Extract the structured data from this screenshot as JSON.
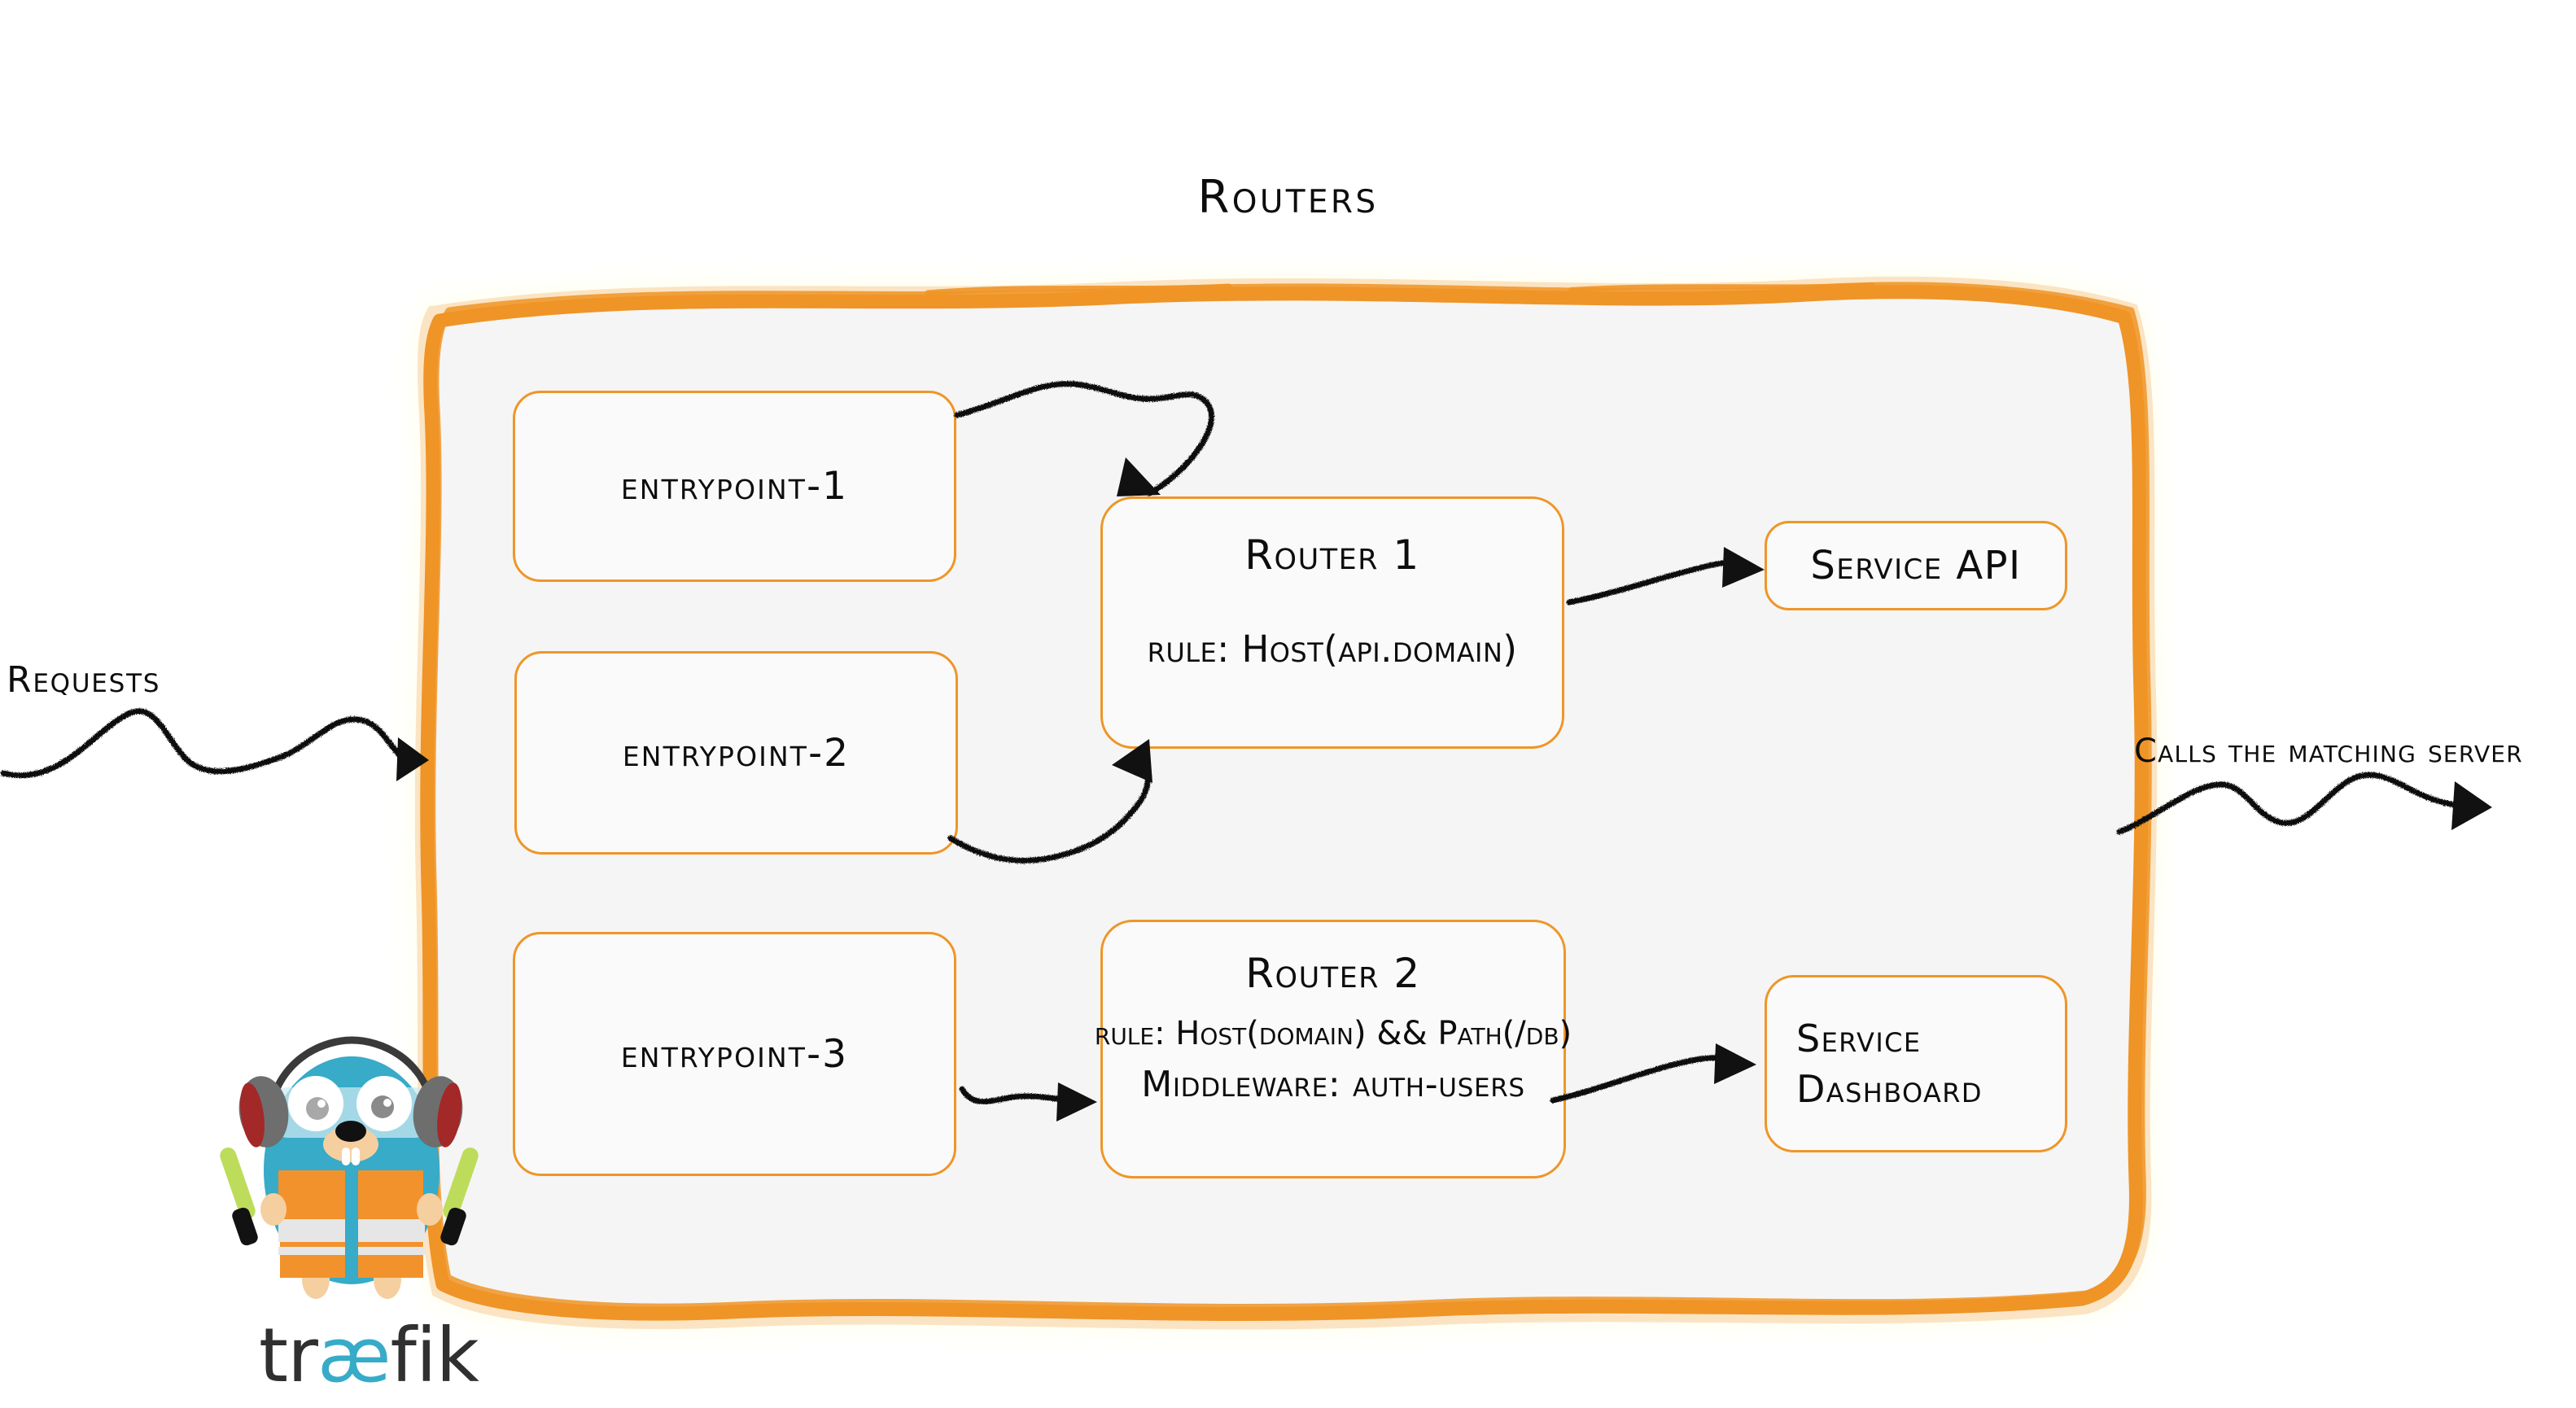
{
  "diagram": {
    "title": "Routers",
    "brand": {
      "name": "traefik",
      "wordmark_prefix": "tr",
      "wordmark_ligature": "æ",
      "wordmark_suffix": "fik"
    },
    "colors": {
      "accent_orange": "#EE9628",
      "outer_border_orange": "#EF9426",
      "panel_background": "#F5F5F5",
      "box_background": "#FAFAFA",
      "ink_black": "#0D0D0D",
      "gopher_blue": "#37ABC8",
      "gopher_vest_orange": "#F2922C",
      "gopher_wand_green": "#BDDC5C",
      "headphone_grey": "#6E6E6E",
      "headphone_red": "#A32828"
    }
  },
  "labels": {
    "incoming": "Requests",
    "outgoing": "Calls the matching server"
  },
  "entrypoints": [
    {
      "id": "entrypoint-1",
      "label": "entrypoint-1"
    },
    {
      "id": "entrypoint-2",
      "label": "entrypoint-2"
    },
    {
      "id": "entrypoint-3",
      "label": "entrypoint-3"
    }
  ],
  "routers": [
    {
      "id": "router-1",
      "title": "Router 1",
      "rule": "rule: Host(api.domain)",
      "middleware": null
    },
    {
      "id": "router-2",
      "title": "Router 2",
      "rule": "rule: Host(domain) && Path(/db)",
      "middleware": "Middleware: auth-users"
    }
  ],
  "services": [
    {
      "id": "service-api",
      "lines": [
        "Service API"
      ]
    },
    {
      "id": "service-dashboard",
      "lines": [
        "Service",
        "Dashboard"
      ]
    }
  ],
  "connections": [
    {
      "from": "entrypoint-1",
      "to": "router-1"
    },
    {
      "from": "entrypoint-2",
      "to": "router-1"
    },
    {
      "from": "entrypoint-3",
      "to": "router-2"
    },
    {
      "from": "router-1",
      "to": "service-api"
    },
    {
      "from": "router-2",
      "to": "service-dashboard"
    },
    {
      "from": "requests",
      "to": "routers-panel"
    },
    {
      "from": "routers-panel",
      "to": "matching-server"
    }
  ]
}
